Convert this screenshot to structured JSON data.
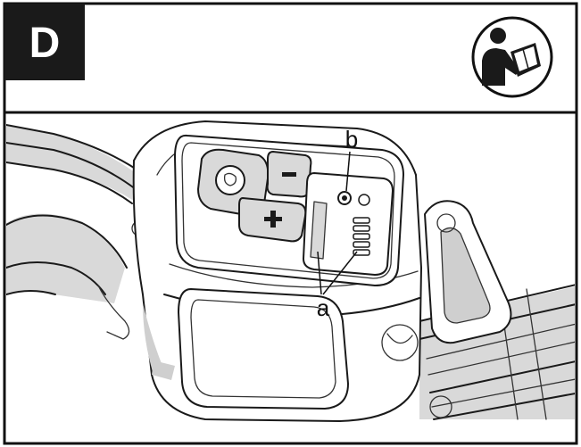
{
  "header": {
    "step_letter": "D",
    "manual_icon": "read-manual-icon"
  },
  "callouts": {
    "a": "a",
    "b": "b"
  },
  "colors": {
    "ink": "#1a1a1a",
    "badge": "#1a1a1a",
    "paper": "#ffffff"
  }
}
